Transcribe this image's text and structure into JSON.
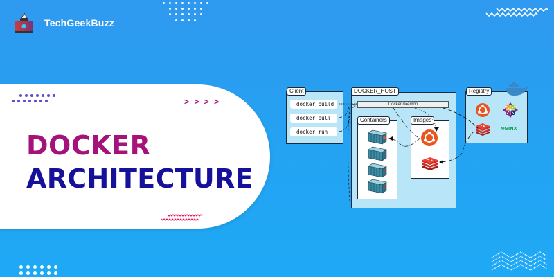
{
  "brand": {
    "name": "TechGeekBuzz",
    "logo_icon": "hacker-laptop-icon"
  },
  "headline": {
    "line1": "DOCKER",
    "line2": "ARCHITECTURE",
    "line1_color": "#a4127a",
    "line2_color": "#16109a"
  },
  "decor": {
    "arrows": "> > > >"
  },
  "diagram": {
    "client": {
      "label": "Client",
      "commands": [
        "docker build",
        "docker pull",
        "docker run"
      ]
    },
    "host": {
      "label": "DOCKER_HOST",
      "daemon": "Docker daemon",
      "containers_label": "Containers",
      "images_label": "Images"
    },
    "registry": {
      "label": "Registry",
      "nginx_text": "NGINX",
      "icons": [
        "ubuntu-icon",
        "centos-icon",
        "redis-icon",
        "nginx-icon"
      ]
    }
  },
  "colors": {
    "background": "#24a3f3",
    "panel": "#b8e6f8",
    "ubuntu": "#e95420",
    "redis": "#d82c20",
    "nginx": "#009639"
  }
}
